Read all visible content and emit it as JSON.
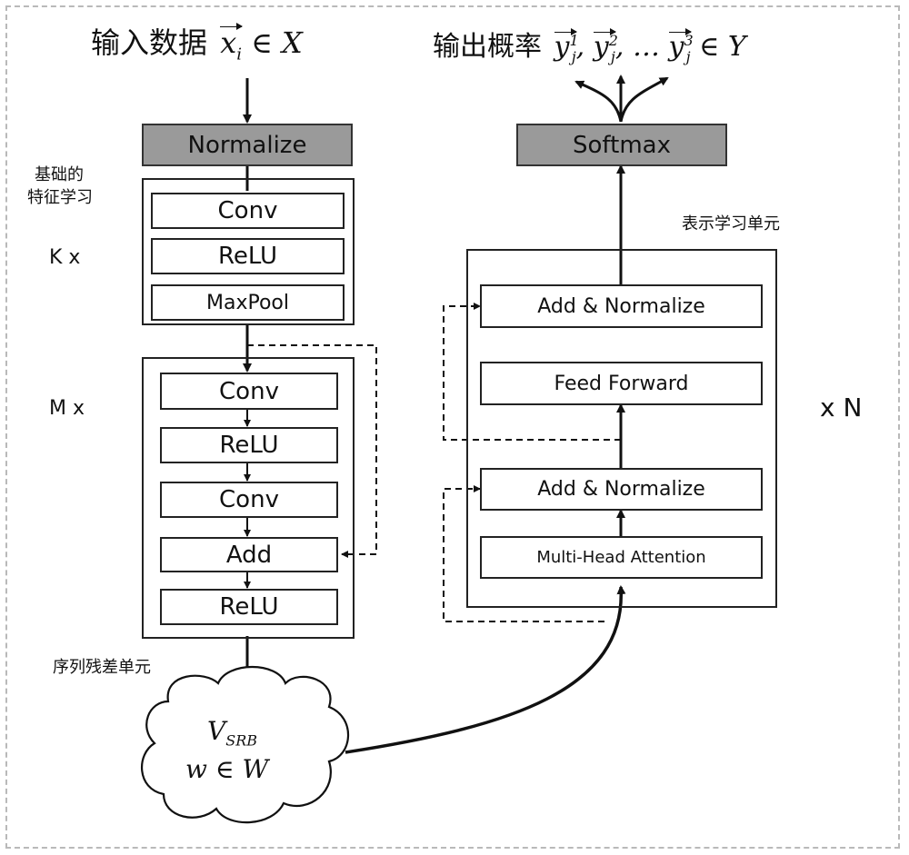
{
  "header": {
    "input": {
      "text": "输入数据",
      "math": "x",
      "sub": "i",
      "tail": "∈ X"
    },
    "output": {
      "text": "输出概率",
      "math": "y",
      "sub": "j",
      "sup1": "1",
      "sup2": "2",
      "sup3": "3",
      "mid": "…",
      "tail": "∈ Y"
    }
  },
  "left": {
    "normalize": "Normalize",
    "base_label": [
      "基础的",
      "特征学习"
    ],
    "k_label": "K x",
    "k_block": [
      "Conv",
      "ReLU",
      "MaxPool"
    ],
    "m_label": "M x",
    "m_block": [
      "Conv",
      "ReLU",
      "Conv",
      "Add",
      "ReLU"
    ],
    "srb_label": "序列残差单元",
    "cloud": {
      "line1_main": "V",
      "line1_sub": "SRB",
      "line2": "w ∈ W"
    }
  },
  "right": {
    "softmax": "Softmax",
    "unit_label": "表示学习单元",
    "n_label": "x N",
    "blocks": [
      "Add & Normalize",
      "Feed Forward",
      "Add & Normalize",
      "Multi-Head Attention"
    ]
  }
}
